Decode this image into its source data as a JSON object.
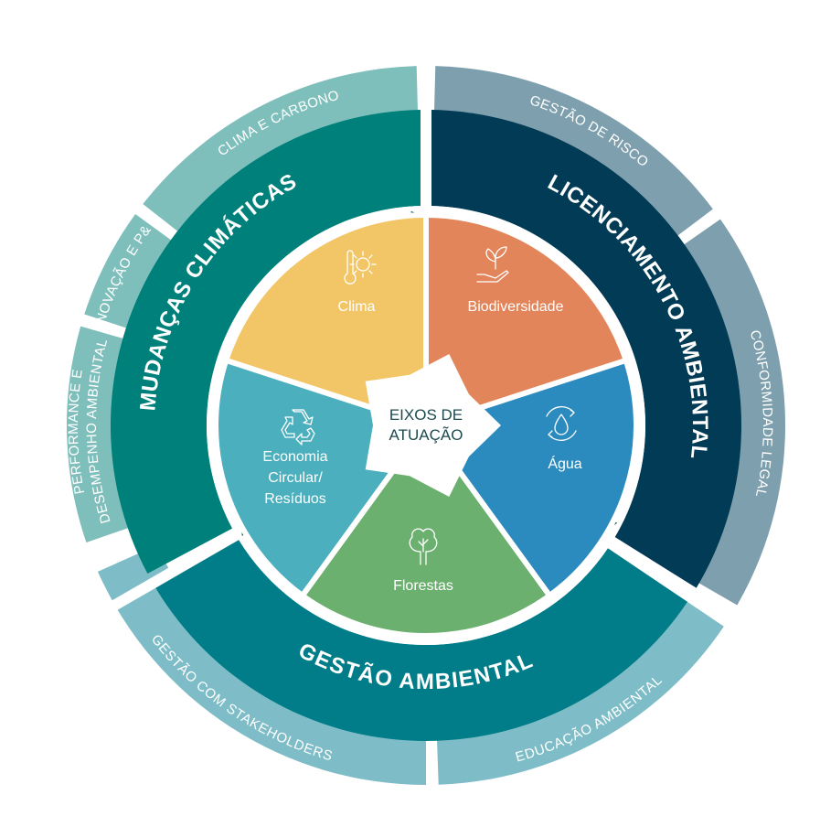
{
  "center": {
    "line1": "EIXOS DE",
    "line2": "ATUAÇÃO"
  },
  "inner": [
    {
      "label": [
        "Clima"
      ],
      "icon": "thermometer-sun-icon",
      "color": "#f2c666"
    },
    {
      "label": [
        "Biodiversidade"
      ],
      "icon": "hand-sprout-icon",
      "color": "#e3855a"
    },
    {
      "label": [
        "Água"
      ],
      "icon": "water-drop-cycle-icon",
      "color": "#2b8bbf"
    },
    {
      "label": [
        "Florestas"
      ],
      "icon": "tree-icon",
      "color": "#6bb06f"
    },
    {
      "label": [
        "Economia",
        "Circular/",
        "Resíduos"
      ],
      "icon": "recycle-icon",
      "color": "#4bafbd"
    }
  ],
  "middle": [
    {
      "label": "MUDANÇAS CLIMÁTICAS",
      "color": "#00807a"
    },
    {
      "label": "LICENCIAMENTO AMBIENTAL",
      "color": "#023b55"
    },
    {
      "label": "GESTÃO AMBIENTAL",
      "color": "#007d88"
    }
  ],
  "outer": [
    {
      "label": "CLIMA E CARBONO",
      "color": "#7fbfbb"
    },
    {
      "label": "INOVAÇÃO E P&D",
      "color": "#7fbfbb"
    },
    {
      "label": "PERFORMANCE E",
      "label2": "DESEMPENHO AMBIENTAL",
      "color": "#7fbfbb"
    },
    {
      "label": "GESTÃO DE RISCO",
      "color": "#7e9fad"
    },
    {
      "label": "CONFORMIDADE LEGAL",
      "color": "#7e9fad"
    },
    {
      "label": "GESTÃO COM STAKEHOLDERS",
      "color": "#7ebdc7"
    },
    {
      "label": "EDUCAÇÃO AMBIENTAL",
      "color": "#7ebdc7"
    }
  ],
  "colors": {
    "arrow": "#0f5b63",
    "center_fill": "#ffffff"
  }
}
